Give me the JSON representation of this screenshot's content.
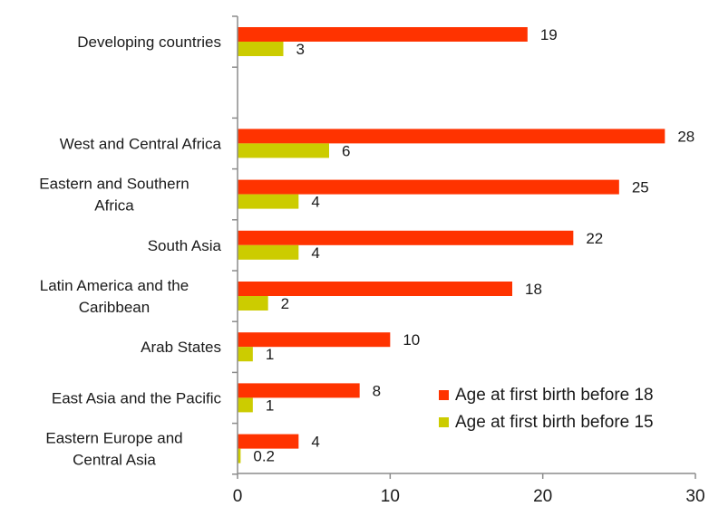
{
  "chart_data": {
    "type": "bar",
    "orientation": "horizontal",
    "categories": [
      "Developing countries",
      "",
      "West and Central Africa",
      "Eastern and Southern Africa",
      "South Asia",
      "Latin America and the Caribbean",
      "Arab States",
      "East Asia and the Pacific",
      "Eastern Europe and Central Asia"
    ],
    "series": [
      {
        "name": "Age at first birth before 18",
        "color": "#ff3300",
        "values": [
          19,
          null,
          28,
          25,
          22,
          18,
          10,
          8,
          4
        ]
      },
      {
        "name": "Age at first birth before 15",
        "color": "#cccc00",
        "values": [
          3,
          null,
          6,
          4,
          4,
          2,
          1,
          1,
          0.2
        ]
      }
    ],
    "data_labels": {
      "Age at first birth before 18": [
        "19",
        "",
        "28",
        "25",
        "22",
        "18",
        "10",
        "8",
        "4"
      ],
      "Age at first birth before 15": [
        "3",
        "",
        "6",
        "4",
        "4",
        "2",
        "1",
        "1",
        "0.2"
      ]
    },
    "xlim": [
      0,
      30
    ],
    "x_ticks": [
      0,
      10,
      20,
      30
    ],
    "x_tick_labels": [
      "0",
      "10",
      "20",
      "30"
    ],
    "title": "",
    "xlabel": "",
    "ylabel": "",
    "grid": false,
    "legend_position": "bottom-right"
  }
}
